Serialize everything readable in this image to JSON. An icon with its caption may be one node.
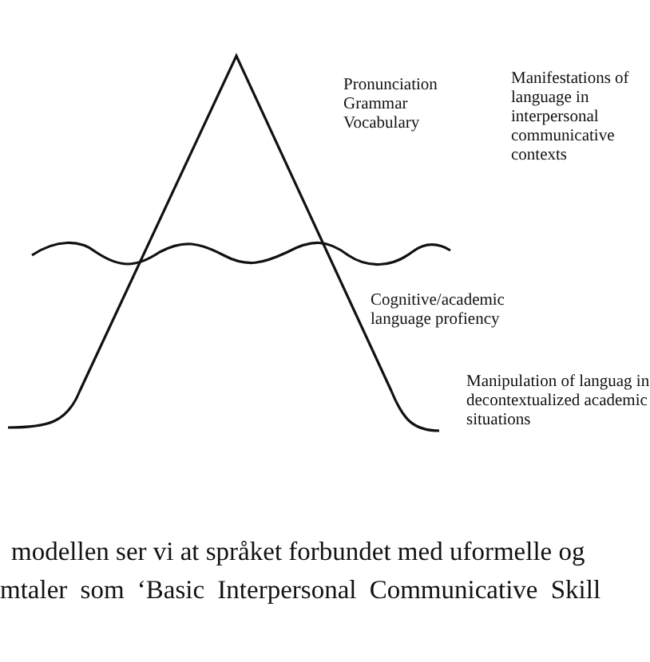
{
  "diagram": {
    "labels": [
      "Pronunciation Grammar Vocabulary",
      "Manifestations of language in interpersonal communicative contexts",
      "Cognitive/academic language profiency",
      "Manipulation of languag in decontextualized academic situations",
      "modellen ser vi at språket forbundet med uformelle og",
      "mtaler som ‘Basic Interpersonal Communicative Skill"
    ]
  }
}
